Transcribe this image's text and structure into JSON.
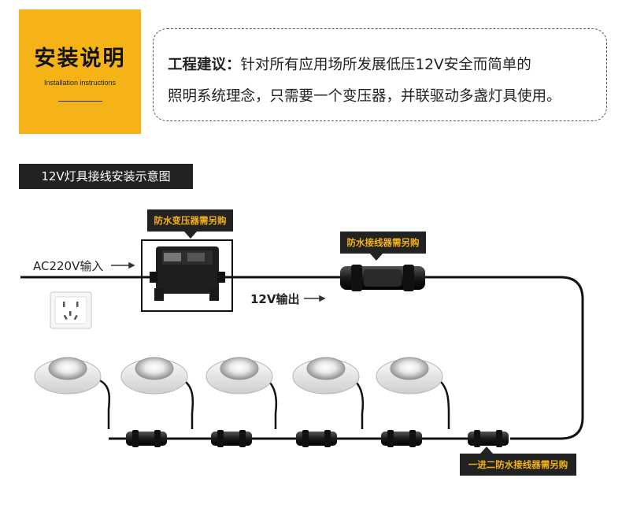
{
  "header": {
    "title": "安装说明",
    "subtitle": "Installation instructions"
  },
  "advice": {
    "label": "工程建议：",
    "line1_text": "针对所有应用场所发展低压12V安全而简单的",
    "line2_text": "照明系统理念，只需要一个变压器，并联驱动多盏灯具使用。"
  },
  "diagram": {
    "heading": "12V灯具接线安装示意图",
    "input_label": "AC220V输入",
    "output_label": "12V输出",
    "transformer_tag": "防水变压器需另购",
    "connector_tag": "防水接线器需另购",
    "splitter_tag": "一进二防水接线器需另购",
    "lamp_count": 5,
    "splitter_count": 5
  },
  "colors": {
    "accent": "#f5b318",
    "dark": "#222222"
  }
}
